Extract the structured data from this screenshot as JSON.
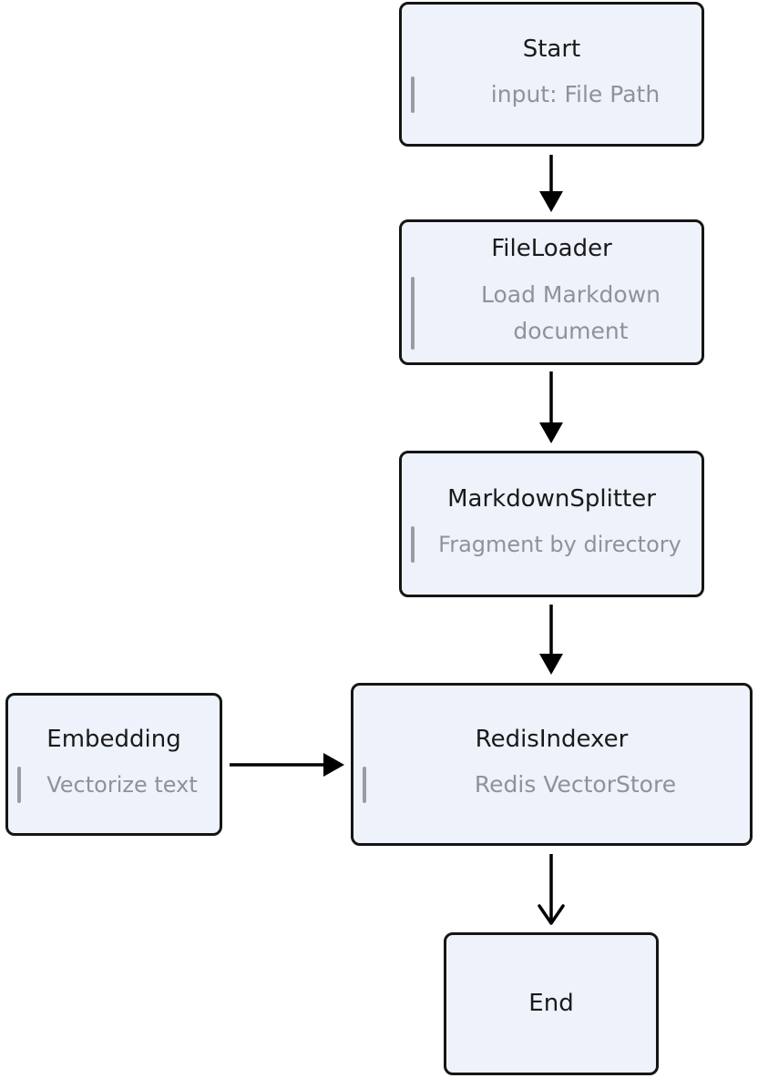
{
  "nodes": {
    "start": {
      "title": "Start",
      "desc": "input: File Path"
    },
    "fileloader": {
      "title": "FileLoader",
      "desc_line1": "Load Markdown",
      "desc_line2": "document"
    },
    "splitter": {
      "title": "MarkdownSplitter",
      "desc": "Fragment by directory"
    },
    "embedding": {
      "title": "Embedding",
      "desc": "Vectorize text"
    },
    "indexer": {
      "title": "RedisIndexer",
      "desc": "Redis VectorStore"
    },
    "end": {
      "title": "End"
    }
  },
  "edges": [
    {
      "from": "start",
      "to": "fileloader",
      "head": "filled"
    },
    {
      "from": "fileloader",
      "to": "splitter",
      "head": "filled"
    },
    {
      "from": "splitter",
      "to": "indexer",
      "head": "filled"
    },
    {
      "from": "embedding",
      "to": "indexer",
      "head": "filled"
    },
    {
      "from": "indexer",
      "to": "end",
      "head": "open"
    }
  ],
  "colors": {
    "node_fill": "#eef2fb",
    "node_border": "#151515",
    "title_text": "#1a1a1a",
    "desc_text": "#8e929a",
    "desc_bar": "#989ca4",
    "arrow": "#000000"
  }
}
